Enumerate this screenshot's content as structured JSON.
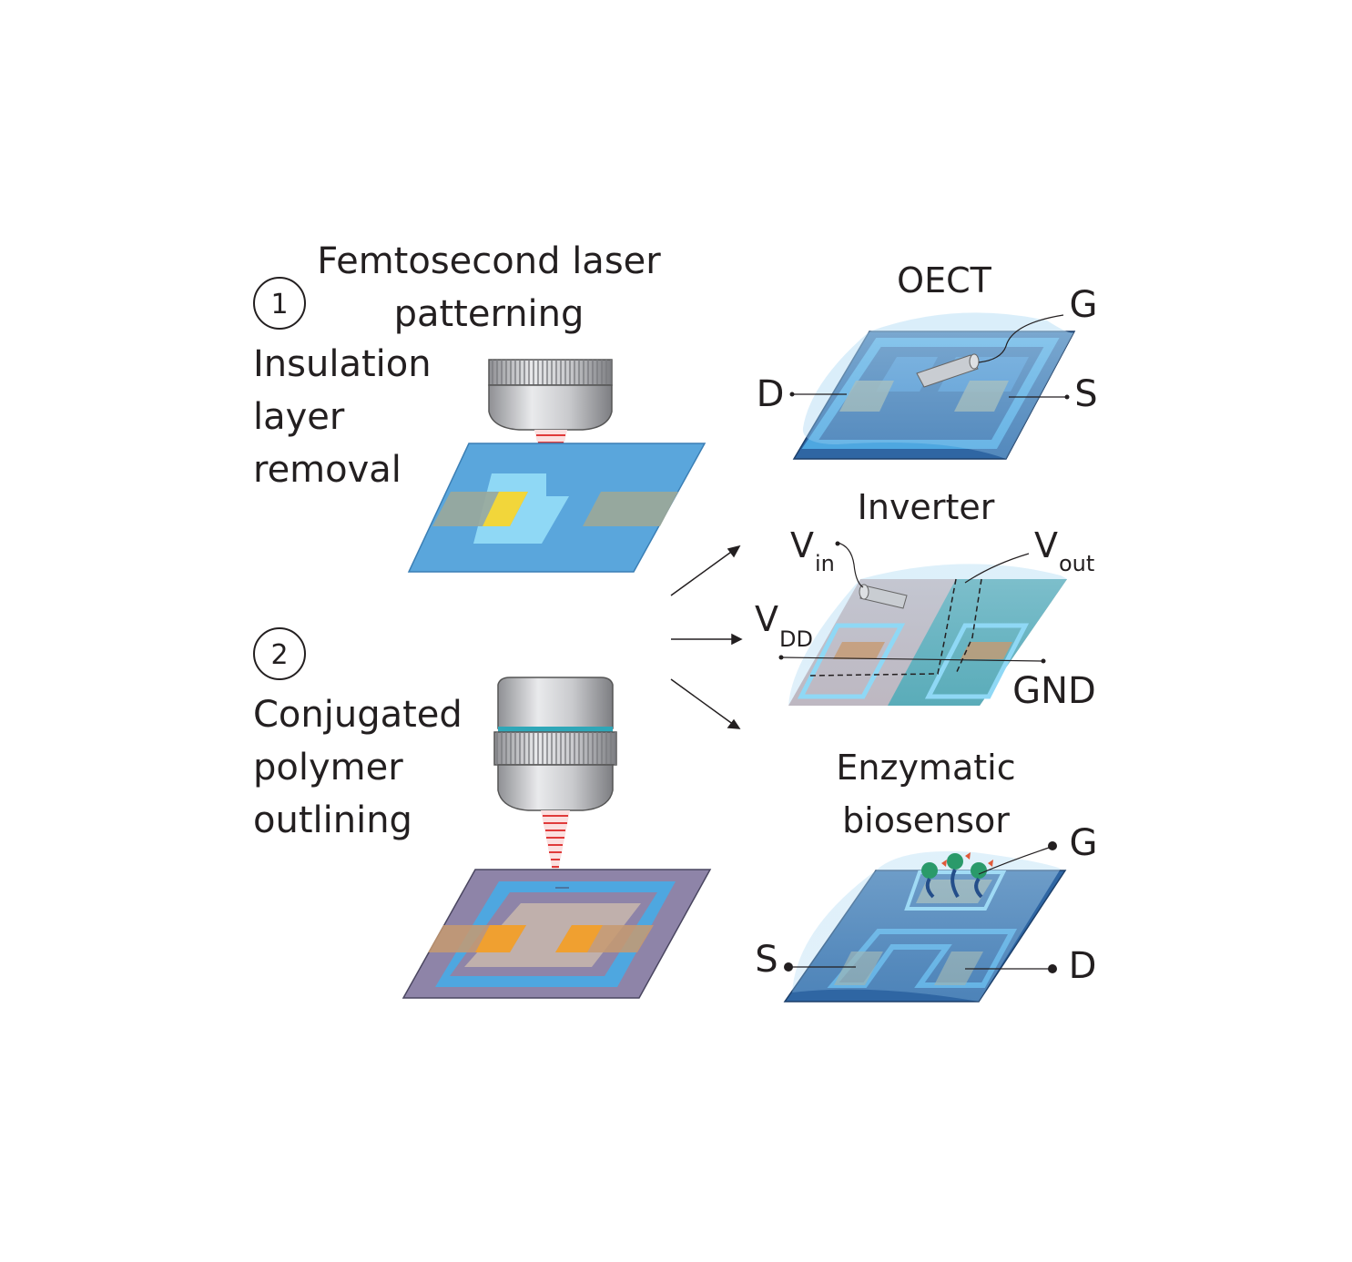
{
  "step1": {
    "number": "1",
    "title_line1": "Femtosecond laser",
    "title_line2": "patterning",
    "desc_line1": "Insulation",
    "desc_line2": "layer",
    "desc_line3": "removal"
  },
  "step2": {
    "number": "2",
    "desc_line1": "Conjugated",
    "desc_line2": "polymer",
    "desc_line3": "outlining"
  },
  "oect": {
    "title": "OECT",
    "gate": "G",
    "drain": "D",
    "source": "S"
  },
  "inverter": {
    "title": "Inverter",
    "vin_main": "V",
    "vin_sub": "in",
    "vout_main": "V",
    "vout_sub": "out",
    "vdd_main": "V",
    "vdd_sub": "DD",
    "gnd": "GND"
  },
  "biosensor": {
    "title_line1": "Enzymatic",
    "title_line2": "biosensor",
    "gate": "G",
    "source": "S",
    "drain": "D"
  },
  "colors": {
    "substrate_blue": "#5aa6dc",
    "light_blue": "#8fd8f5",
    "electrode_gray": "#9aa89a",
    "gold": "#f2d63a",
    "orange": "#f0a030",
    "purple": "#8e84a8",
    "dark_blue": "#2f66a3",
    "laser_red": "#e03a3a"
  }
}
